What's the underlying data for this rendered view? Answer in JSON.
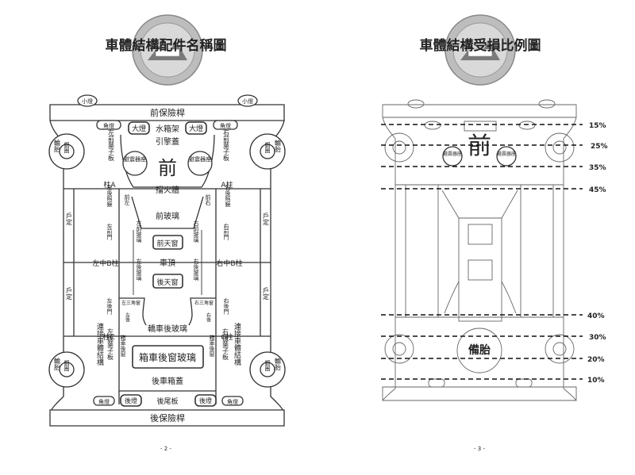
{
  "pages": {
    "left": {
      "title": "車體結構配件名稱圖",
      "page_number": "- 2 -",
      "labels": {
        "front_bumper": "前保險桿",
        "rear_bumper": "後保險桿",
        "small_light_left": "小燈",
        "small_light_right": "小燈",
        "corner_light_fl": "角燈",
        "corner_light_fr": "角燈",
        "corner_light_rl": "角燈",
        "corner_light_rr": "角燈",
        "headlight_left": "大燈",
        "headlight_right": "大燈",
        "radiator_frame": "水箱架",
        "hood": "引擎蓋",
        "front_big": "前",
        "shock_tower_left": "避震器座",
        "shock_tower_right": "避震器座",
        "left_front_fender": "左前葉子板",
        "right_front_fender": "右前葉子板",
        "wheel_fl": "輪胎",
        "rim_fl": "鋼圈",
        "wheel_fr": "輪胎",
        "rim_fr": "鋼圈",
        "wheel_rl": "輪胎",
        "rim_rl": "鋼圈",
        "wheel_rr": "輪胎",
        "rim_rr": "鋼圈",
        "a_pillar_left": "柱A",
        "a_pillar_right": "A柱",
        "firewall": "擋火牆",
        "front_left_small": "前左",
        "front_right_small": "前右",
        "left_mirror": "左後照鏡",
        "right_mirror": "右後照鏡",
        "windshield": "前玻璃",
        "left_rocker": "戶定",
        "right_rocker": "戶定",
        "left_rocker_rear": "戶定",
        "right_rocker_rear": "戶定",
        "left_front_door": "左前門",
        "right_front_door": "右前門",
        "left_front_glass": "左前玻璃",
        "right_front_glass": "右前玻璃",
        "front_sunroof": "前天窗",
        "roof": "車頂",
        "rear_sunroof": "後天窗",
        "b_pillar_left": "左中B柱",
        "b_pillar_right": "右中B柱",
        "left_rear_glass": "左後玻璃",
        "right_rear_glass": "右後玻璃",
        "left_triangle": "左三角窗",
        "right_triangle": "右三角窗",
        "left_rear_door": "左後門",
        "right_rear_door": "右後門",
        "rear_left_small": "左後",
        "rear_right_small": "右後",
        "hatch_rear_glass": "轎車後玻璃",
        "c_pillar_left": "柱C",
        "c_pillar_right": "C柱",
        "left_rear_fender": "左後葉子板",
        "right_rear_fender": "右後葉子板",
        "left_connect_body": "連接車體結構",
        "right_connect_body": "連接車體結構",
        "trunk_glass_left": "箱車後窗",
        "trunk_glass_right": "箱車後窗",
        "trunk_window_glass": "箱車後窗玻璃",
        "trunk_lid": "後車箱蓋",
        "tail_light_left": "後燈",
        "tail_light_right": "後燈",
        "rear_panel": "後尾板"
      }
    },
    "right": {
      "title": "車體結構受損比例圖",
      "page_number": "- 3 -",
      "front_big": "前",
      "shock_tower_left": "避震器座",
      "shock_tower_right": "避震器座",
      "spare_tire": "備胎",
      "damage_levels": [
        "15%",
        "25%",
        "35%",
        "45%",
        "40%",
        "30%",
        "20%",
        "10%"
      ]
    }
  },
  "colors": {
    "line": "#333333",
    "dash": "#111111",
    "seal_grey": "#9a9a9a"
  }
}
